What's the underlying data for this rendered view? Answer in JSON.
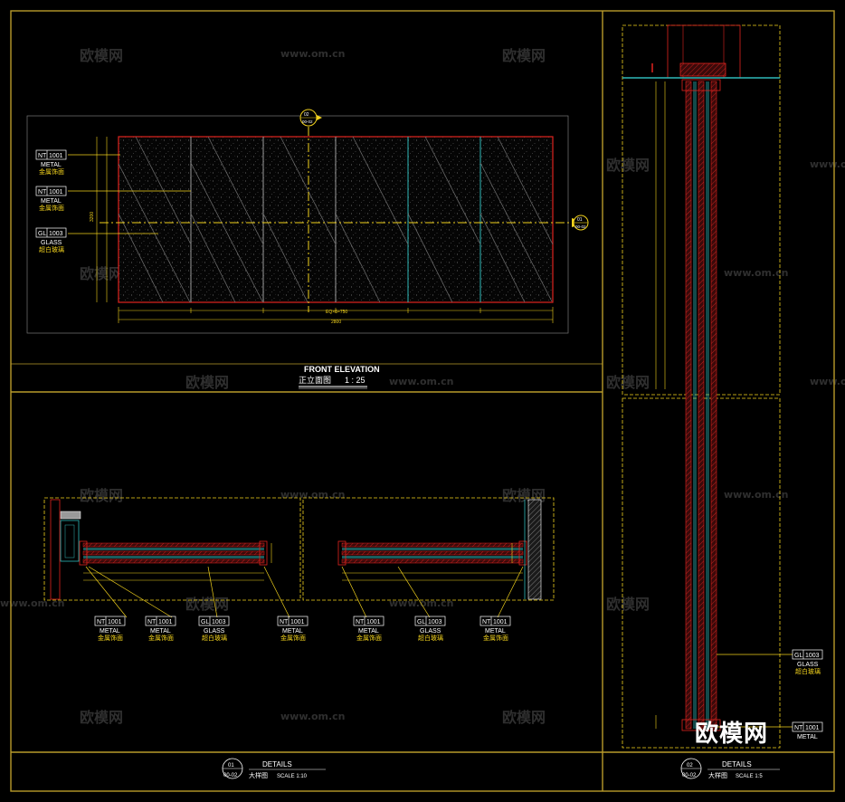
{
  "watermark": {
    "text": "欧模网",
    "url": "www.om.cn"
  },
  "brand_logo": "欧模网",
  "elevation": {
    "title_en": "FRONT ELEVATION",
    "title_cn": "正立面图",
    "scale": "1 : 25",
    "section_marker_top": {
      "num": "02",
      "ref": "00-02"
    },
    "section_marker_right": {
      "num": "01",
      "ref": "00-02"
    },
    "dims": {
      "overall": "2800",
      "eq": "EQ×6=750",
      "height": "3200"
    },
    "tags": [
      {
        "code": "NT",
        "num": "1001",
        "label": "METAL",
        "sub": "金属饰面"
      },
      {
        "code": "NT",
        "num": "1001",
        "label": "METAL",
        "sub": "金属饰面"
      },
      {
        "code": "GL",
        "num": "1003",
        "label": "GLASS",
        "sub": "超白玻璃"
      }
    ]
  },
  "detail01": {
    "num": "01",
    "ref": "00-02",
    "title_en": "DETAILS",
    "title_cn": "大样图",
    "scale": "SCALE  1:10",
    "tags_left": [
      {
        "code": "NT",
        "num": "1001",
        "label": "METAL",
        "sub": "金属饰面"
      },
      {
        "code": "NT",
        "num": "1001",
        "label": "METAL",
        "sub": "金属饰面"
      },
      {
        "code": "GL",
        "num": "1003",
        "label": "GLASS",
        "sub": "超白玻璃"
      },
      {
        "code": "NT",
        "num": "1001",
        "label": "METAL",
        "sub": "金属饰面"
      }
    ],
    "tags_right": [
      {
        "code": "NT",
        "num": "1001",
        "label": "METAL",
        "sub": "金属饰面"
      },
      {
        "code": "GL",
        "num": "1003",
        "label": "GLASS",
        "sub": "超白玻璃"
      },
      {
        "code": "NT",
        "num": "1001",
        "label": "METAL",
        "sub": "金属饰面"
      }
    ]
  },
  "detail02": {
    "num": "02",
    "ref": "00-02",
    "title_en": "DETAILS",
    "title_cn": "大样图",
    "scale": "SCALE  1:5",
    "tags": [
      {
        "code": "GL",
        "num": "1003",
        "label": "GLASS",
        "sub": "超白玻璃"
      },
      {
        "code": "NT",
        "num": "1001",
        "label": "METAL",
        "sub": ""
      }
    ]
  },
  "colors": {
    "frame": "#b89a2a",
    "yellow": "#f2d21d",
    "red": "#e0231f",
    "cyan": "#2fb9b9",
    "white": "#ffffff",
    "watermark": "#2f2f2f"
  }
}
